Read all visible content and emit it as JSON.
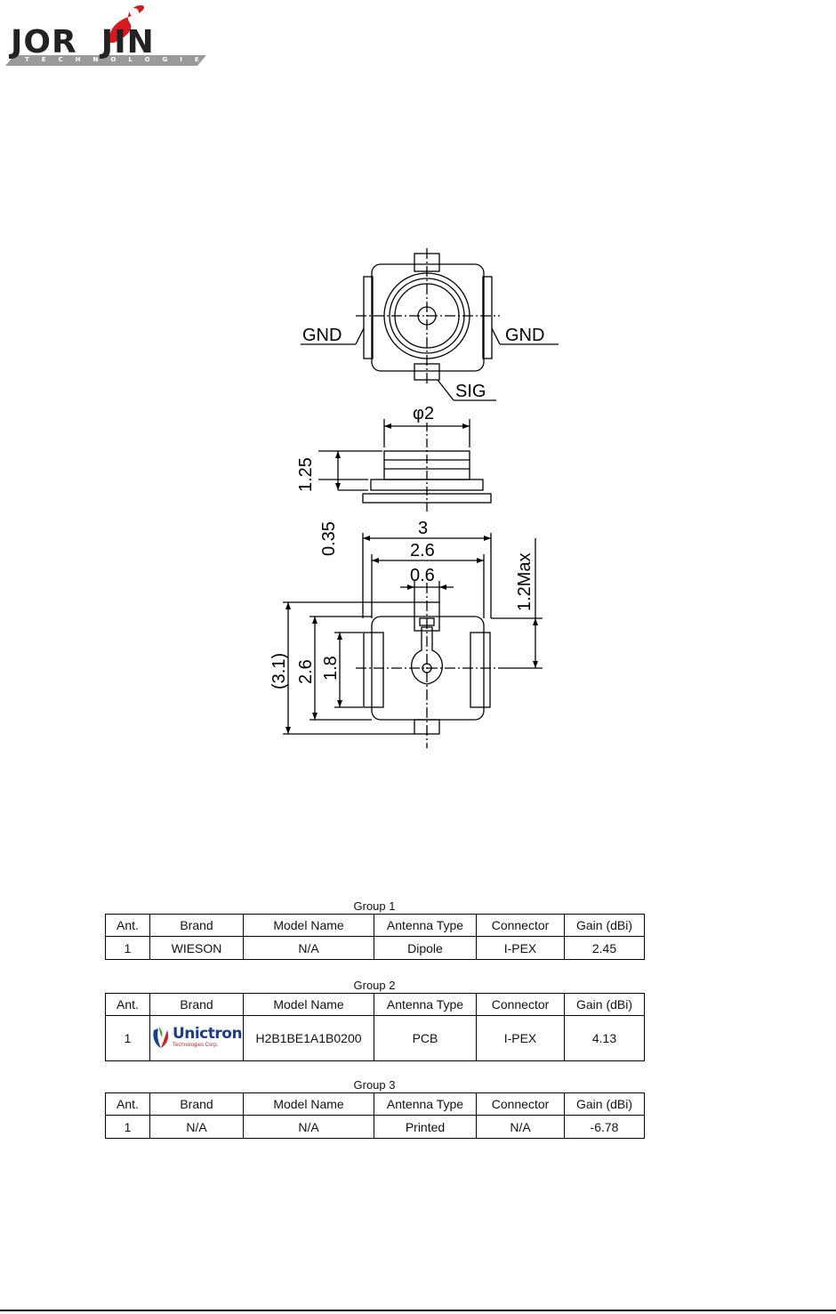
{
  "logo": {
    "text_left": "JOR",
    "text_right": "JIN",
    "subtitle": "TECHNOLOGIES"
  },
  "drawing": {
    "labels": {
      "gnd_left": "GND",
      "gnd_right": "GND",
      "sig": "SIG",
      "diameter": "φ2",
      "height_body": "1.25",
      "height_base": "0.35",
      "width_outer": "3",
      "width_inner": "2.6",
      "width_pin": "0.6",
      "height_max": "1.2Max",
      "depth_outer": "(3.1)",
      "depth_mid": "2.6",
      "depth_inner": "1.8"
    }
  },
  "tables": {
    "headers": [
      "Ant.",
      "Brand",
      "Model Name",
      "Antenna Type",
      "Connector",
      "Gain (dBi)"
    ],
    "groups": [
      {
        "title": "Group 1",
        "row": [
          "1",
          "WIESON",
          "N/A",
          "Dipole",
          "I-PEX",
          "2.45"
        ]
      },
      {
        "title": "Group 2",
        "row": [
          "1",
          "",
          "H2B1BE1A1B0200",
          "PCB",
          "I-PEX",
          "4.13"
        ],
        "brand_logo": {
          "name": "Unictron",
          "sub": "Technologies Corp."
        }
      },
      {
        "title": "Group 3",
        "row": [
          "1",
          "N/A",
          "N/A",
          "Printed",
          "N/A",
          "-6.78"
        ]
      }
    ]
  },
  "colors": {
    "logo_red": "#d71920",
    "logo_gray": "#9a9a9a",
    "unictron_blue": "#1b3d8f"
  }
}
